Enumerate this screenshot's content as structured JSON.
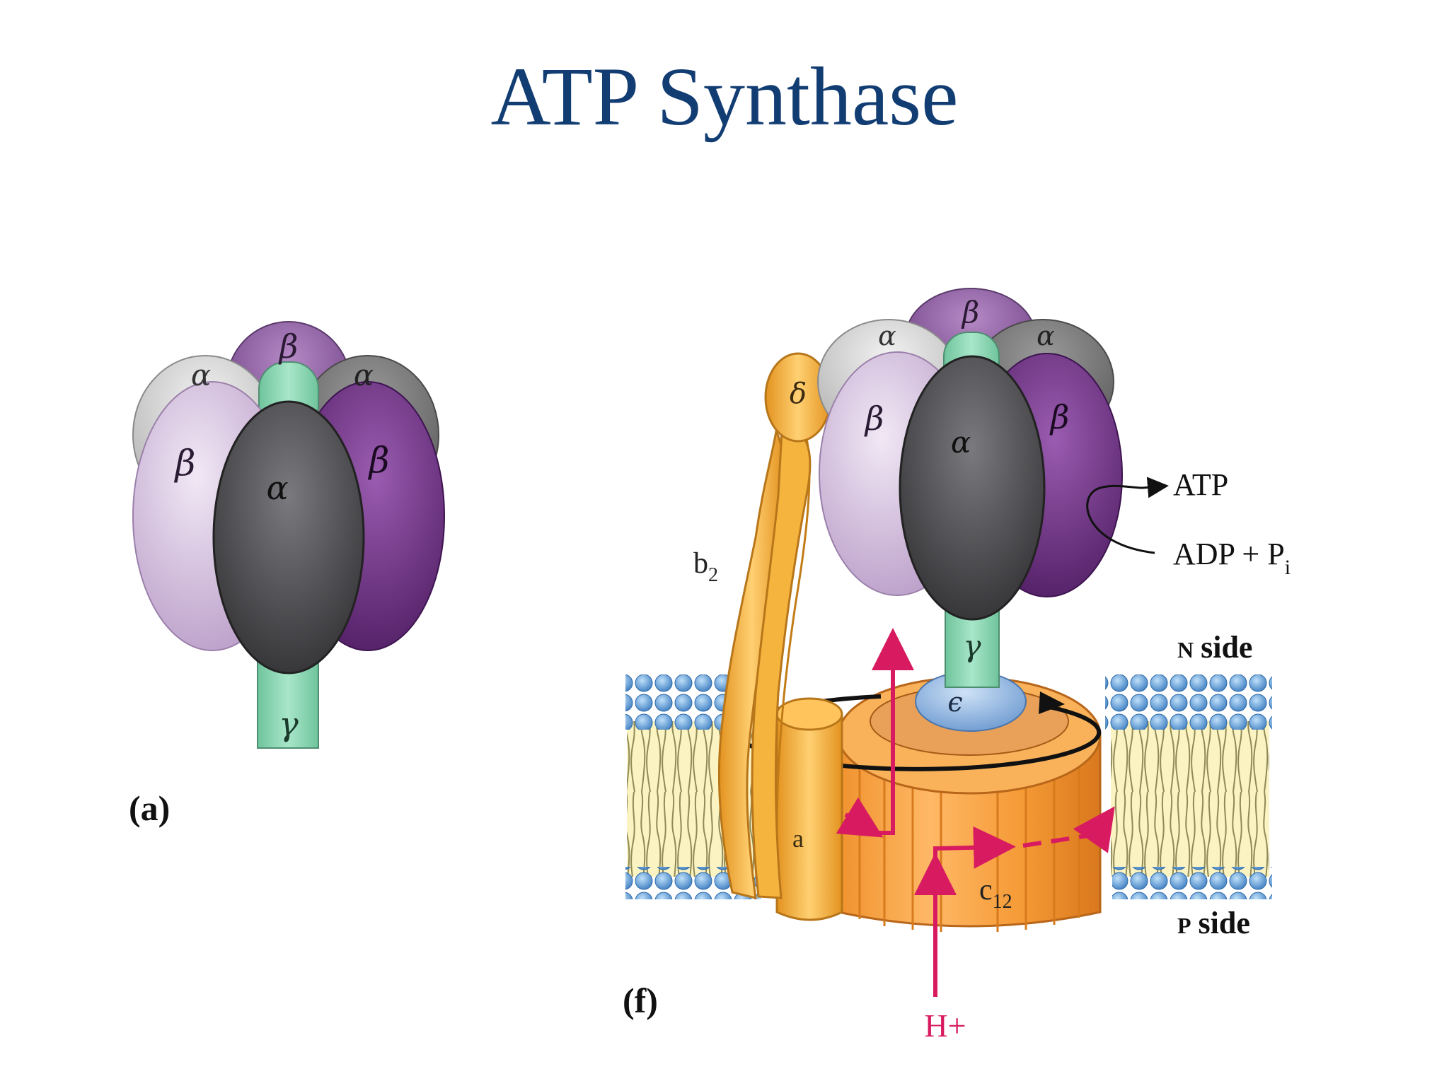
{
  "title": "ATP Synthase",
  "panel_a": {
    "label": "(a)",
    "subunits": {
      "alpha_back_left": "α",
      "beta_back": "β",
      "alpha_back_right": "α",
      "beta_left": "β",
      "alpha_front": "α",
      "beta_right": "β",
      "gamma": "γ"
    }
  },
  "panel_f": {
    "label": "(f)",
    "subunits": {
      "alpha_back_left": "α",
      "beta_back": "β",
      "alpha_back_right": "α",
      "beta_left": "β",
      "alpha_front": "α",
      "beta_right": "β",
      "gamma": "γ",
      "delta": "δ",
      "epsilon": "ϵ",
      "a": "a",
      "b2": "b",
      "b2_sub": "2",
      "c12": "c",
      "c12_sub": "12"
    },
    "reaction": {
      "product": "ATP",
      "substrate": "ADP + P",
      "substrate_sub": "i"
    },
    "membrane_sides": {
      "n_side_letter": "N",
      "n_side_word": "side",
      "p_side_letter": "P",
      "p_side_word": "side"
    },
    "proton": "H+"
  },
  "colors": {
    "title": "#123d73",
    "beta_light": "#d8c6e2",
    "beta_dark": "#6c2f83",
    "beta_mid": "#8a559e",
    "alpha_dark": "#4b4b4e",
    "alpha_light": "#c9c9c9",
    "gamma": "#8fd6b4",
    "stator": "#f0a93a",
    "rotor": "#f6a545",
    "epsilon": "#8fb7e3",
    "lipid_head": "#6aa4d8",
    "proton_path": "#d81b60"
  }
}
